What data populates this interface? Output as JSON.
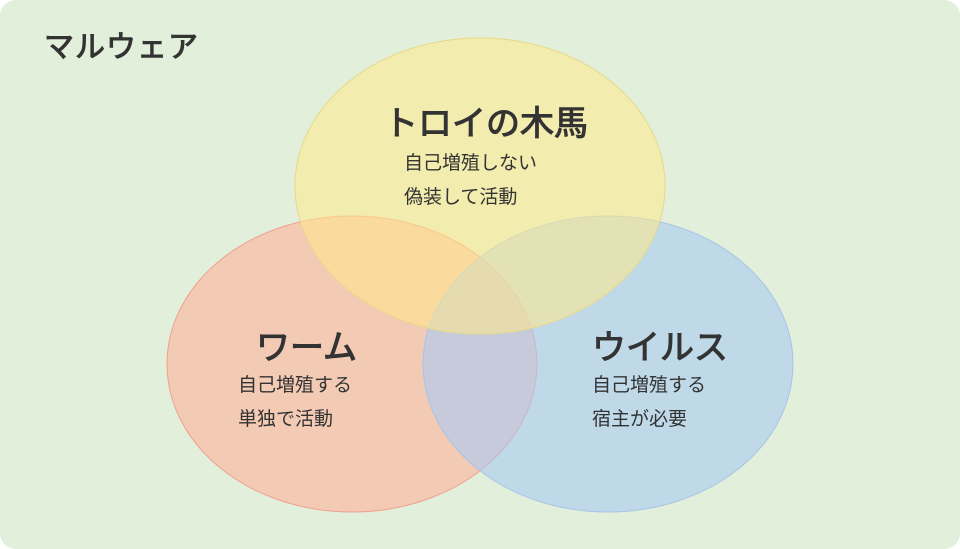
{
  "panel": {
    "title": "マルウェア",
    "background": "#e2efda"
  },
  "sets": {
    "trojan": {
      "label": "トロイの木馬",
      "lines": [
        "自己増殖しない",
        "偽装して活動"
      ],
      "fill": "#fff2b3"
    },
    "worm": {
      "label": "ワーム",
      "lines": [
        "自己増殖する",
        "単独で活動"
      ],
      "fill": "#ffb09b"
    },
    "virus": {
      "label": "ウイルス",
      "lines": [
        "自己増殖する",
        "宿主が必要"
      ],
      "fill": "#bcd7f7"
    }
  }
}
